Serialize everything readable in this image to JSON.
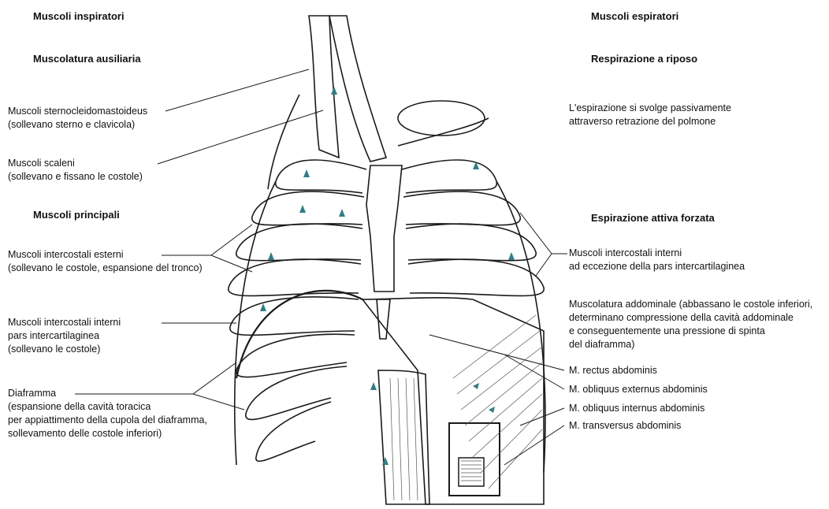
{
  "inspiratory": {
    "title": "Muscoli inspiratori",
    "auxiliary_title": "Muscolatura ausiliaria",
    "sternocleido": [
      "Muscoli sternocleidomastoideus",
      "(sollevano sterno e clavicola)"
    ],
    "scaleni": [
      "Muscoli scaleni",
      "(sollevano e fissano le costole)"
    ],
    "principal_title": "Muscoli principali",
    "intercostali_esterni": [
      "Muscoli intercostali esterni",
      "(sollevano le costole, espansione del tronco)"
    ],
    "intercostali_interni": [
      "Muscoli intercostali interni",
      "pars intercartilaginea",
      "(sollevano le costole)"
    ],
    "diaframma": [
      "Diaframma",
      "(espansione della cavità toracica",
      "per appiattimento della cupola del diaframma,",
      "sollevamento delle costole inferiori)"
    ]
  },
  "expiratory": {
    "title": "Muscoli espiratori",
    "rest_title": "Respirazione a riposo",
    "rest_text": [
      "L'espirazione si svolge passivamente",
      "attraverso retrazione del polmone"
    ],
    "forced_title": "Espirazione attiva forzata",
    "intercostali_interni": [
      "Muscoli intercostali interni",
      "ad eccezione della pars intercartilaginea"
    ],
    "addominale": [
      "Muscolatura addominale (abbassano le costole inferiori,",
      "determinano compressione della cavità addominale",
      "e conseguentemente una pressione di spinta",
      "del diaframma)"
    ],
    "rectus": "M. rectus abdominis",
    "obliquus_ext": "M. obliquus externus abdominis",
    "obliquus_int": "M. obliquus internus abdominis",
    "transversus": "M. transversus abdominis"
  },
  "colors": {
    "ink": "#1a1a1a",
    "arrow": "#2f7f86",
    "paper": "#ffffff"
  }
}
